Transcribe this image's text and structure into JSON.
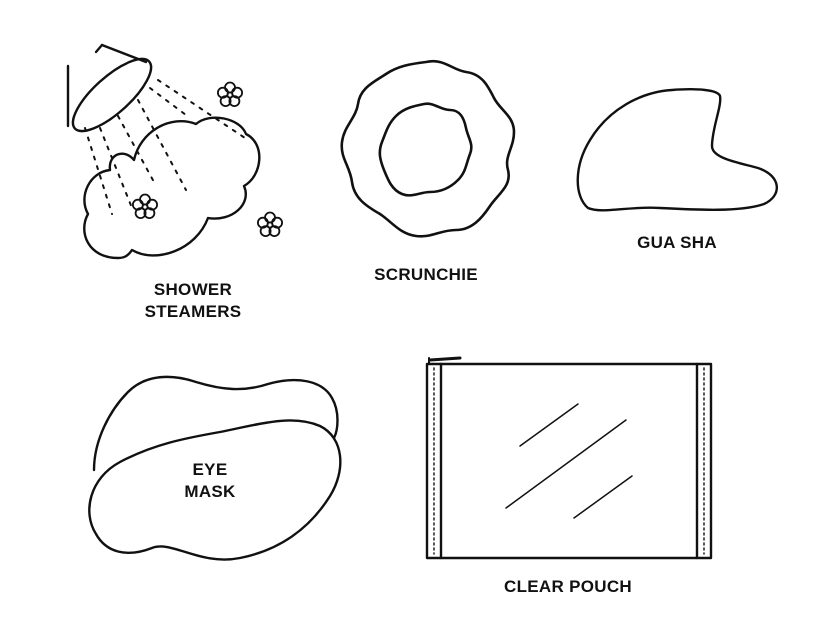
{
  "items": {
    "shower_steamers": {
      "line1": "SHOWER",
      "line2": "STEAMERS",
      "icon": "shower-cloud-icon"
    },
    "scrunchie": {
      "label": "SCRUNCHIE",
      "icon": "scrunchie-icon"
    },
    "gua_sha": {
      "label": "GUA SHA",
      "icon": "gua-sha-stone-icon"
    },
    "eye_mask": {
      "line1": "EYE",
      "line2": "MASK",
      "icon": "eye-mask-icon"
    },
    "clear_pouch": {
      "label": "CLEAR POUCH",
      "icon": "zip-pouch-icon"
    }
  },
  "colors": {
    "line": "#111111",
    "background": "#ffffff"
  }
}
